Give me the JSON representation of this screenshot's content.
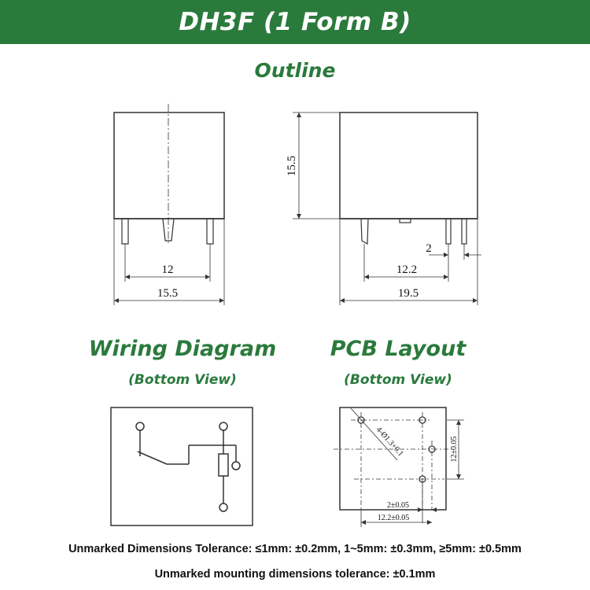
{
  "header": {
    "title": "DH3F (1 Form B)"
  },
  "sections": {
    "outline": "Outline",
    "wiring": "Wiring Diagram",
    "wiring_sub": "(Bottom View)",
    "pcb": "PCB Layout",
    "pcb_sub": "(Bottom View)"
  },
  "outline_dims": {
    "front_pin_pitch": "12",
    "front_width": "15.5",
    "side_height": "15.5",
    "side_pin_gap": "2",
    "side_pin_span": "12.2",
    "side_width": "19.5"
  },
  "pcb_dims": {
    "hole_spec": "4-Ø1.3+0.1",
    "pin_gap": "2±0.05",
    "pin_span": "12.2±0.05",
    "height": "12±0.05"
  },
  "notes": {
    "tolerance": "Unmarked Dimensions Tolerance: ≤1mm: ±0.2mm, 1~5mm: ±0.3mm, ≥5mm: ±0.5mm",
    "mounting": "Unmarked mounting dimensions tolerance: ±0.1mm"
  },
  "colors": {
    "accent": "#2a7a3c",
    "line": "#333333"
  }
}
